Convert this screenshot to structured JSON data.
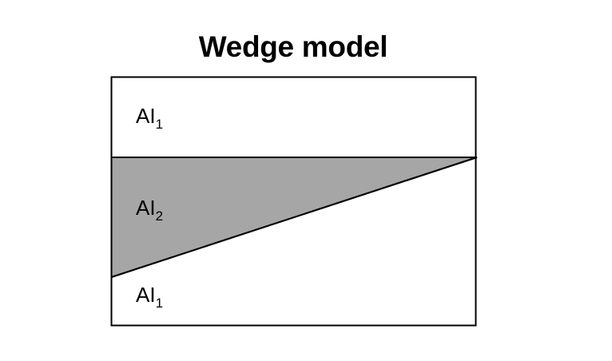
{
  "title": "Wedge model",
  "layers": [
    {
      "id": "top",
      "symbol": "AI",
      "index": "1"
    },
    {
      "id": "wedge",
      "symbol": "AI",
      "index": "2"
    },
    {
      "id": "bottom",
      "symbol": "AI",
      "index": "1"
    }
  ],
  "colors": {
    "wedge_fill": "#a6a6a6",
    "outline": "#000000",
    "background": "#ffffff"
  }
}
